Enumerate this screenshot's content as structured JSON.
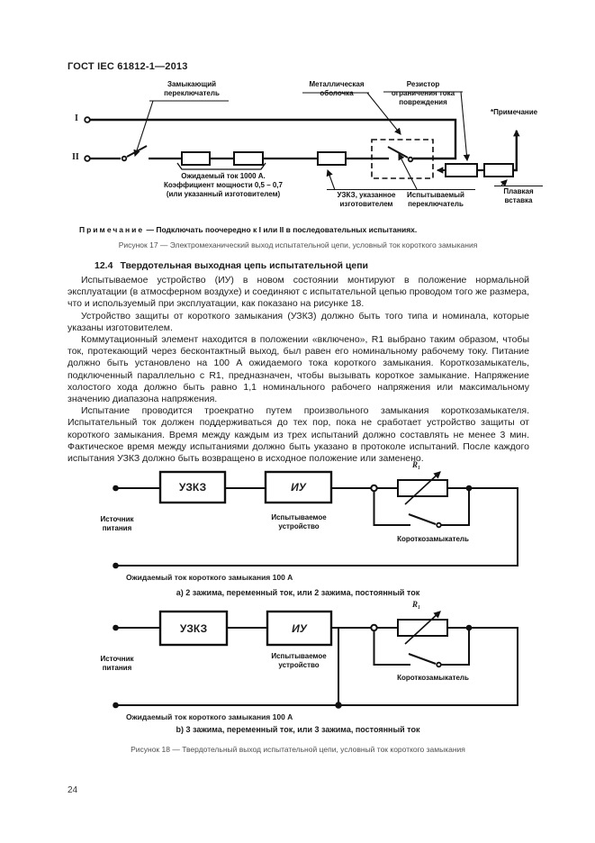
{
  "page": {
    "header": "ГОСТ IEC 61812-1—2013",
    "number": "24"
  },
  "figure17": {
    "terminal_i": "I",
    "terminal_ii": "II",
    "labels": {
      "closing_switch": "Замыкающий\nпереключатель",
      "metal_enclosure": "Металлическая\nоболочка",
      "fault_resistor": "Резистор\nограничения тока\nповреждения",
      "note_pointer": "*Примечание",
      "expected_current": "Ожидаемый ток 1000 А.\nКоэффициент мощности 0,5 – 0,7\n(или указанный изготовителем)",
      "uzkz": "УЗКЗ, указанное\nизготовителем",
      "switch_under_test": "Испытываемый\nпереключатель",
      "fuse": "Плавкая\nвставка"
    },
    "note_label": "Примечание",
    "note_text": "— Подключать поочередно к I или II в последовательных испытаниях.",
    "caption": "Рисунок 17 — Электромеханический выход испытательной цепи, условный ток короткого замыкания"
  },
  "section": {
    "number": "12.4",
    "title": "Твердотельная выходная цепь испытательной цепи",
    "paragraphs": [
      "Испытываемое устройство (ИУ) в новом состоянии монтируют в положение нормальной эксплуатации (в атмосферном воздухе) и соединяют с испытательной цепью проводом того же размера, что и используемый при эксплуатации, как показано на рисунке 18.",
      "Устройство защиты от короткого замыкания (УЗКЗ) должно быть того типа и номинала, которые указаны изготовителем.",
      "Коммутационный элемент находится в положении «включено», R1 выбрано таким образом, чтобы ток, протекающий через бесконтактный выход, был равен его номинальному рабочему току. Питание должно быть установлено на 100 А ожидаемого тока короткого замыкания. Короткозамыкатель, подключенный параллельно с R1, предназначен, чтобы вызывать короткое замыкание. Напряжение холостого хода должно быть равно 1,1 номинального рабочего напряжения или максимальному значению диапазона напряжения.",
      "Испытание проводится троекратно путем произвольного замыкания короткозамыкателя. Испытательный ток должен поддерживаться до тех пор, пока не сработает устройство защиты от короткого замыкания. Время между каждым из трех испытаний должно составлять не менее 3 мин. Фактическое время между испытаниями должно быть указано в протоколе испытаний. После каждого испытания УЗКЗ должно быть возвращено в исходное положение или заменено."
    ]
  },
  "figure18": {
    "a": {
      "source": "Источник\nпитания",
      "uzkz_box": "УЗКЗ",
      "iu_box": "ИУ",
      "device_under_test": "Испытываемое\nустройство",
      "r1": "R₁",
      "short_circuiter": "Короткозамыкатель",
      "current_label": "Ожидаемый ток короткого замыкания 100 А",
      "caption": "а) 2 зажима, переменный ток, или 2 зажима, постоянный ток"
    },
    "b": {
      "source": "Источник\nпитания",
      "uzkz_box": "УЗКЗ",
      "iu_box": "ИУ",
      "device_under_test": "Испытываемое\nустройство",
      "r1": "R₁",
      "short_circuiter": "Короткозамыкатель",
      "current_label": "Ожидаемый ток короткого замыкания 100 А",
      "caption": "b) 3 зажима, переменный ток, или 3 зажима, постоянный ток"
    },
    "caption": "Рисунок 18 — Твердотельный выход испытательной цепи, условный ток короткого замыкания"
  }
}
